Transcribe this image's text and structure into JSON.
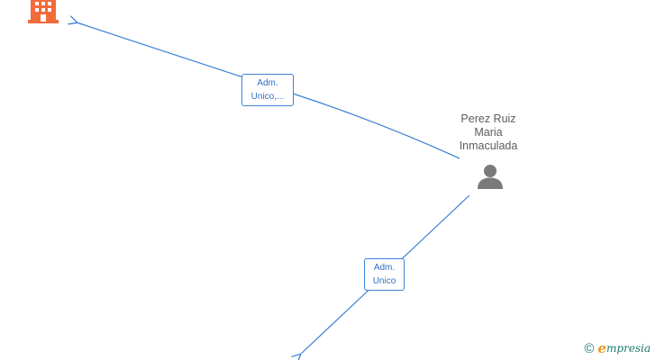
{
  "edges": [
    {
      "label_line1": "Adm.",
      "label_line2": "Unico,..."
    },
    {
      "label_line1": "Adm.",
      "label_line2": "Unico"
    }
  ],
  "person": {
    "name_line1": "Perez Ruiz",
    "name_line2": "Maria",
    "name_line3": "Inmaculada",
    "icon": "person-icon"
  },
  "company": {
    "icon": "building-icon"
  },
  "colors": {
    "edge": "#3b82d6",
    "company": "#f26b3a",
    "person": "#7a7a7a",
    "brand_accent": "#e8971e",
    "brand_text": "#1a7a6c"
  },
  "footer": {
    "copyright": "©",
    "brand_initial": "e",
    "brand_rest": "mpresia"
  }
}
